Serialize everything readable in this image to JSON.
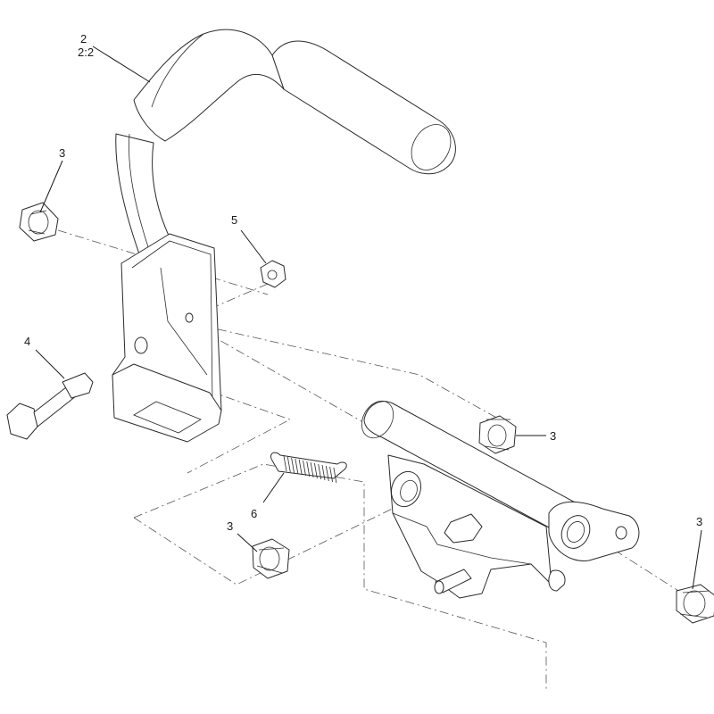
{
  "callouts": {
    "handle": {
      "number": "2",
      "qty": "2:2"
    },
    "bushing_left_top": {
      "number": "3"
    },
    "nut": {
      "number": "5"
    },
    "bolt": {
      "number": "4"
    },
    "bushing_right_mid": {
      "number": "3"
    },
    "spring": {
      "number": "6"
    },
    "bushing_left_bottom": {
      "number": "3"
    },
    "bushing_right_bottom": {
      "number": "3"
    }
  },
  "colors": {
    "line": "#2b2b2b",
    "centerline": "#555555",
    "background": "#ffffff"
  }
}
